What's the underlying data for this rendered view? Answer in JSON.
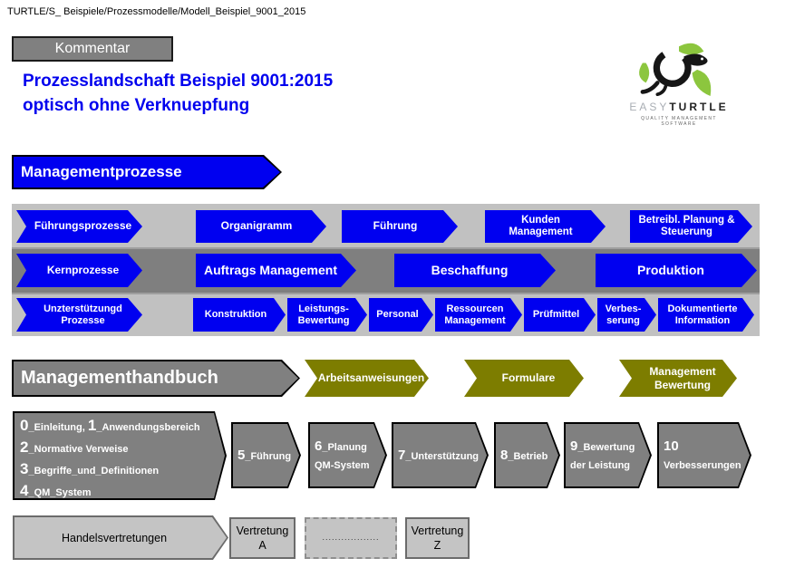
{
  "colors": {
    "blue": "#0000F0",
    "blue_text": "#0000EE",
    "olive": "#7D7D00",
    "gray_shape": "#808080",
    "band_light": "#C1C1C1",
    "band_dark": "#7F7F7F",
    "band_sep": "#9E9E9E",
    "silver": "#C4C4C4",
    "silver_border": "#6B6B6B",
    "logo_green": "#8CC63E"
  },
  "breadcrumb": "TURTLE/S_ Beispiele/Prozessmodelle/Modell_Beispiel_9001_2015",
  "comment_button": "Kommentar",
  "title": {
    "line1": "Prozesslandschaft Beispiel 9001:2015",
    "line2": "optisch ohne Verknuepfung"
  },
  "logo": {
    "brand_light": "EASY",
    "brand_bold": "TURTLE",
    "tagline": "QUALITY MANAGEMENT SOFTWARE"
  },
  "banner": {
    "label": "Managementprozesse"
  },
  "rows": {
    "row1": {
      "header": "Führungsprozesse",
      "items": [
        "Organigramm",
        "Führung",
        "Kunden\nManagement",
        "Betreibl. Planung &\nSteuerung"
      ]
    },
    "row2": {
      "header": "Kernprozesse",
      "items": [
        "Auftrags Management",
        "Beschaffung",
        "Produktion"
      ]
    },
    "row3": {
      "header": "Unzterstützungd\nProzesse",
      "items": [
        "Konstruktion",
        "Leistungs-\nBewertung",
        "Personal",
        "Ressourcen\nManagement",
        "Prüfmittel",
        "Verbes-\nserung",
        "Dokumentierte\nInformation"
      ]
    }
  },
  "handbook": {
    "label": "Managementhandbuch",
    "docs": [
      "Arbeitsanweisungen",
      "Formulare",
      "Management\nBewertung"
    ]
  },
  "chapters": {
    "intro": {
      "lines": [
        {
          "n1": "0",
          "t1": "_Einleitung, ",
          "n2": "1",
          "t2": "_Anwendungsbereich"
        },
        {
          "n1": "2",
          "t1": "_Normative Verweise"
        },
        {
          "n1": "3",
          "t1": "_Begriffe_und_Definitionen"
        },
        {
          "n1": "4",
          "t1": "_QM_System"
        }
      ]
    },
    "items": [
      {
        "num": "5",
        "label": "_Führung"
      },
      {
        "num": "6",
        "label": "_Planung\nQM-System"
      },
      {
        "num": "7",
        "label": "_Unterstützung"
      },
      {
        "num": "8",
        "label": "_Betrieb"
      },
      {
        "num": "9",
        "label": "_Bewertung\nder Leistung"
      },
      {
        "num": "10",
        "label": "\nVerbesserungen"
      }
    ]
  },
  "agencies": {
    "header": "Handelsvertretungen",
    "box_a": "Vertretung\nA",
    "placeholder": "..................",
    "box_z": "Vertretung\nZ"
  }
}
